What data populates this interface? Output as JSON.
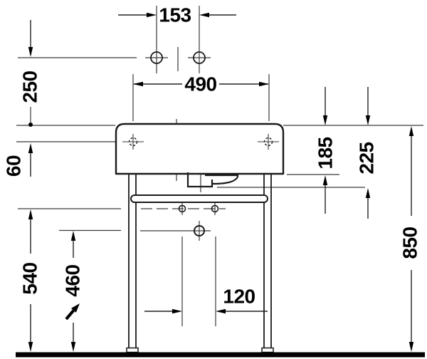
{
  "drawing": {
    "type": "technical-dimension-drawing",
    "subject": "washbasin-with-metal-console-front-view",
    "unit_system": "mm",
    "colors": {
      "background": "#ffffff",
      "object_line": "#1a1a1a",
      "dimension_line": "#3a3a3a",
      "text": "#000000"
    },
    "dimensions": {
      "tap_hole_spacing": "153",
      "console_width": "490",
      "wall_fittings_to_rim": "250",
      "rim_to_tap_holes": "60",
      "rim_to_basin_underside": "185",
      "rim_to_siphon_bottom": "225",
      "rim_height_above_floor": "850",
      "fixing_holes_height": "540",
      "drain_height": "460",
      "fixing_holes_spacing": "120"
    },
    "icons": {
      "adjustable_arrow": "north-east-arrow"
    }
  }
}
